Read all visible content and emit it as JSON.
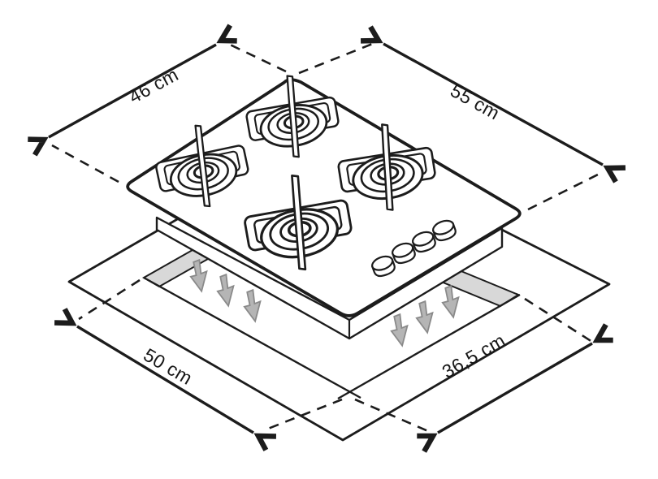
{
  "diagram": {
    "labels": {
      "top_left": "46 cm",
      "top_right": "55 cm",
      "bottom_left": "50 cm",
      "bottom_right": "36,5 cm"
    },
    "colors": {
      "background": "#ffffff",
      "line": "#1c1c1c",
      "cutout_shading": "#d8d8d8",
      "flow_arrow_fill": "#b5b5b5",
      "flow_arrow_outline": "#8a8a8a"
    },
    "burner_count": "4",
    "knob_count": "4"
  }
}
